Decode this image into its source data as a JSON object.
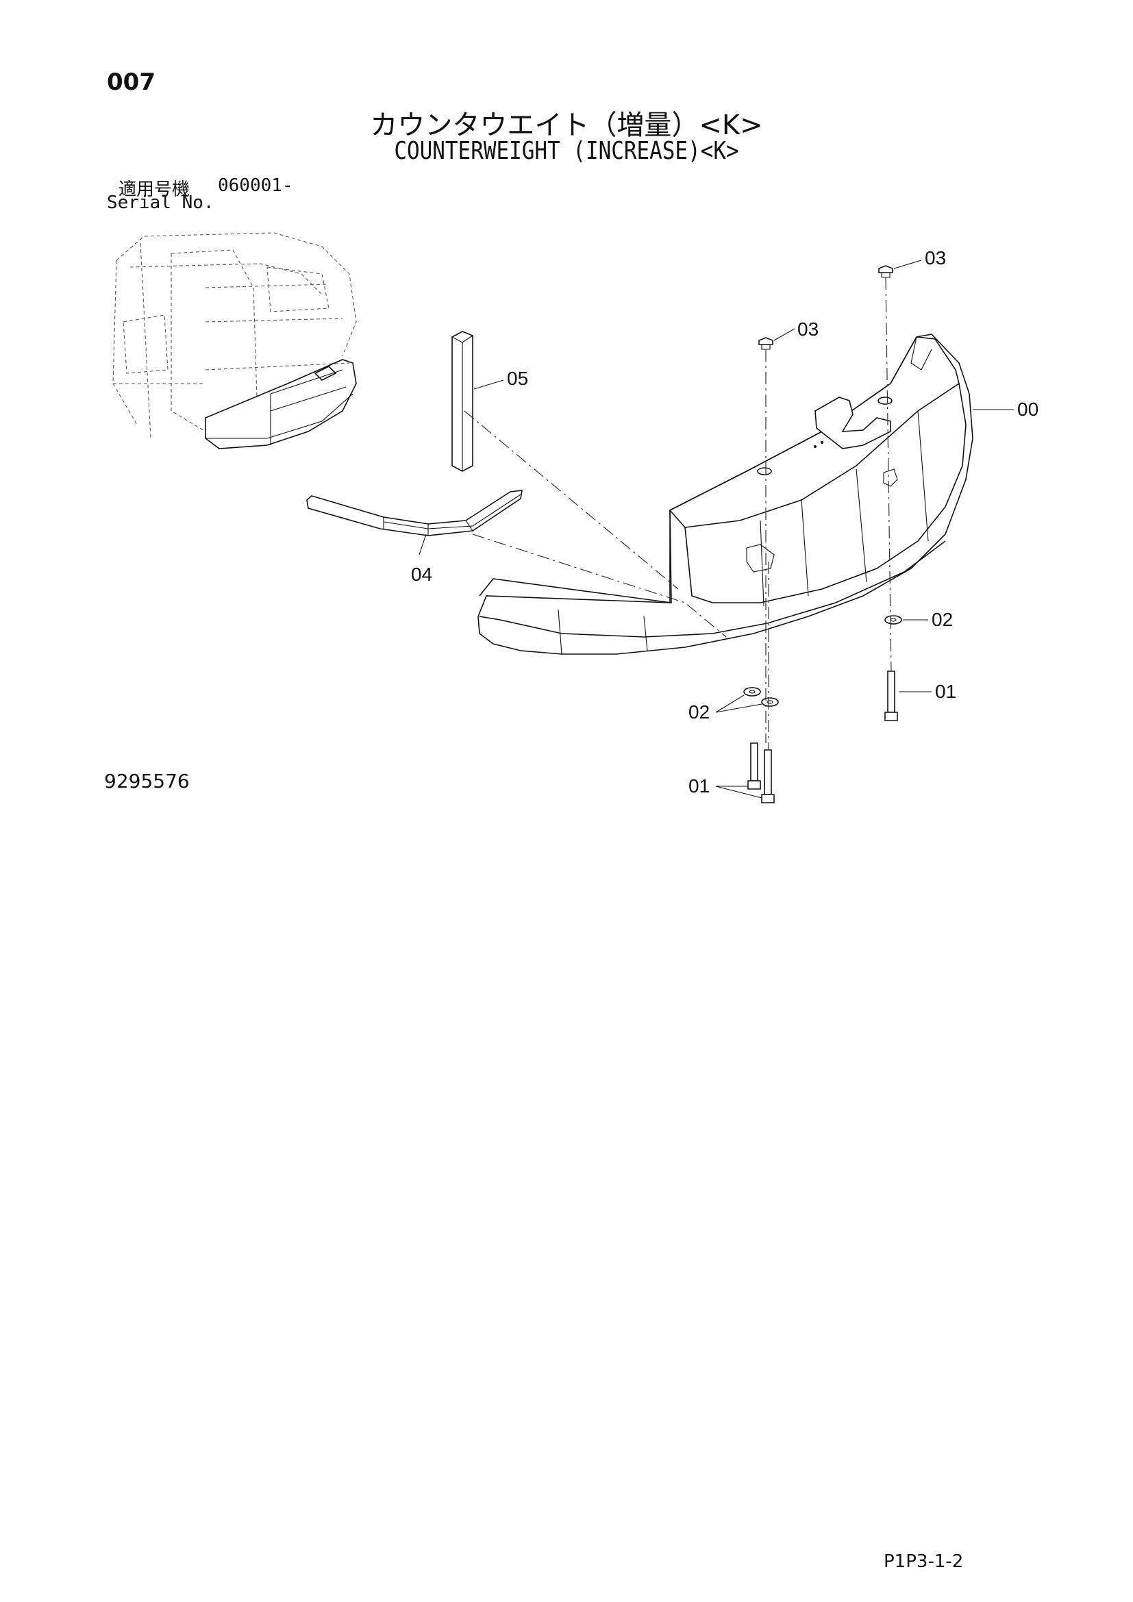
{
  "header": {
    "page_number": "007",
    "title_jp": "カウンタウエイト（増量）<K>",
    "title_en": "COUNTERWEIGHT (INCREASE)<K>"
  },
  "serial": {
    "label_jp": "適用号機",
    "label_en": "Serial No.",
    "value": "060001-"
  },
  "callouts": {
    "c00": "00",
    "c01a": "01",
    "c01b": "01",
    "c02a": "02",
    "c02b": "02",
    "c03a": "03",
    "c03b": "03",
    "c04": "04",
    "c05": "05"
  },
  "footer": {
    "drawing_number": "9295576",
    "page_code": "P1P3-1-2"
  }
}
